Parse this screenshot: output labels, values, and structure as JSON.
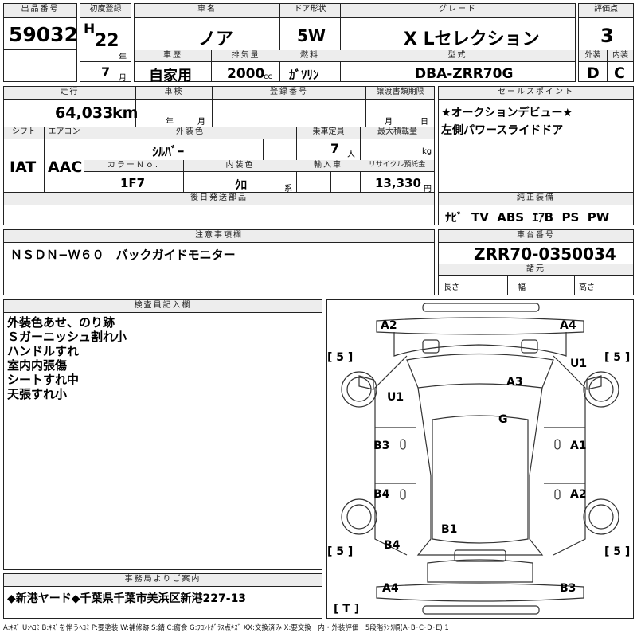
{
  "header": {
    "lot_no_label": "出品番号",
    "lot_no": "59032",
    "first_reg_label": "初度登録",
    "era": "H",
    "year": "22",
    "year_unit": "年",
    "month": "7",
    "month_unit": "月",
    "car_name_label": "車名",
    "car_name": "ノア",
    "door_label": "ドア形状",
    "door": "5W",
    "grade_label": "グレード",
    "grade": "X Lセレクション",
    "score_label": "評価点",
    "score": "3",
    "history_label": "車歴",
    "history": "自家用",
    "displacement_label": "排気量",
    "displacement": "2000",
    "displacement_unit": "cc",
    "fuel_label": "燃料",
    "fuel": "ｶﾞｿﾘﾝ",
    "model_label": "型式",
    "model": "DBA-ZRR70G",
    "exterior_label": "外装",
    "exterior": "D",
    "interior_label": "内装",
    "interior": "C"
  },
  "row2": {
    "mileage_label": "走行",
    "mileage": "64,033",
    "mileage_unit": "km",
    "inspection_label": "車検",
    "inspection_year": "年",
    "inspection_month": "月",
    "reg_no_label": "登録番号",
    "docs_label": "譲渡書類期限",
    "docs_month": "月",
    "docs_day": "日",
    "shift_label": "シフト",
    "shift": "IAT",
    "ac_label": "エアコン",
    "ac": "AAC",
    "ext_color_label": "外装色",
    "ext_color": "ｼﾙﾊﾞｰ",
    "capacity_label": "乗車定員",
    "capacity": "7",
    "capacity_unit": "人",
    "load_label": "最大積載量",
    "load_unit": "kg",
    "color_no_label": "カラーＮｏ.",
    "color_no": "1F7",
    "int_color_label": "内装色",
    "int_color": "ｸﾛ",
    "int_color_unit": "系",
    "import_label": "輸入車",
    "recycle_label": "リサイクル預託金",
    "recycle": "13,330",
    "recycle_unit": "円",
    "later_parts_label": "後日発送部品"
  },
  "sales_points": {
    "label": "セールスポイント",
    "lines": [
      "★オークションデビュー★",
      "左側パワースライドドア"
    ]
  },
  "equipment": {
    "label": "純正装備",
    "items": [
      "ﾅﾋﾞ",
      "TV",
      "ABS",
      "ｴｱB",
      "PS",
      "PW"
    ]
  },
  "notes": {
    "label": "注意事項欄",
    "text": "ＮＳＤＮ−Ｗ６０　バックガイドモニター"
  },
  "chassis": {
    "label": "車台番号",
    "number": "ZRR70-0350034",
    "dims_label": "諸元",
    "length": "長さ",
    "width": "幅",
    "height": "高さ"
  },
  "inspector": {
    "label": "検査員記入欄",
    "lines": [
      "外装色あせ、のり跡",
      "Ｓガーニッシュ割れ小",
      "ハンドルすれ",
      "室内内張傷",
      "シートすれ中",
      "天張すれ小"
    ]
  },
  "office": {
    "label": "事務局よりご案内",
    "text": "◆新港ヤード◆千葉県千葉市美浜区新港227-13"
  },
  "diagram": {
    "marks": [
      "A2",
      "A4",
      "U1",
      "U1",
      "A3",
      "G",
      "B3",
      "A1",
      "B4",
      "A2",
      "B1",
      "B4",
      "A4",
      "B3"
    ],
    "brackets": [
      "[ 5 ]",
      "[ 5 ]",
      "[ 5 ]",
      "[ 5 ]",
      "[ T ]"
    ]
  },
  "legend": "A:ｷｽﾞ U:ﾍｺﾐ B:ｷｽﾞを伴うﾍｺﾐ P:要塗装 W:補修跡 S:錆 C:腐食 G:ﾌﾛﾝﾄｶﾞﾗｽ点ｷｽﾞ XX:交換済み X:要交換　内・外装評価　5段階ﾗﾝｸ順(A･B･C･D･E) 1"
}
